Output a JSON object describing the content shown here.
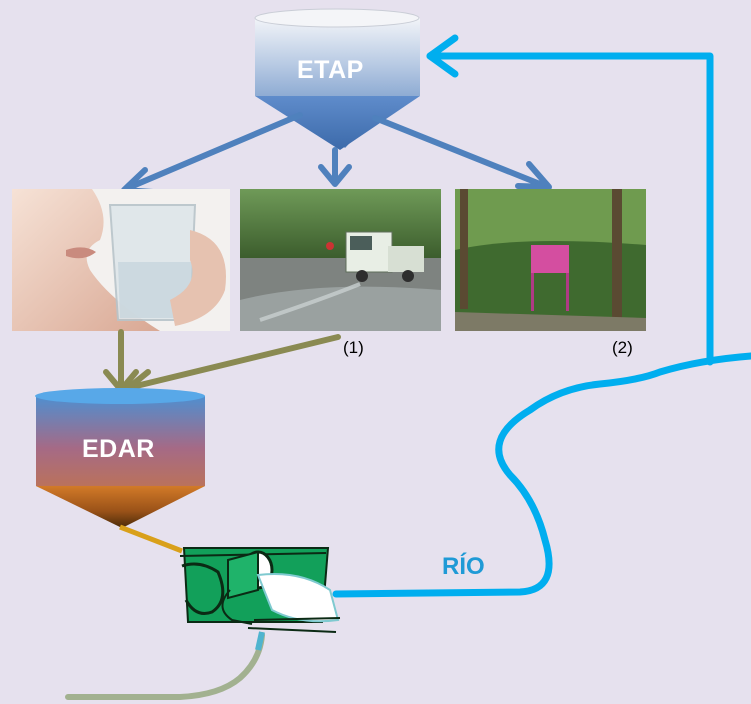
{
  "nodes": {
    "etap": "ETAP",
    "edar": "EDAR",
    "river": "RÍO"
  },
  "captions": {
    "street_cleaning": "(1)",
    "park": "(2)"
  },
  "colors": {
    "background": "#e6e1ee",
    "supply_arrow": "#4f81bd",
    "return_arrow": "#8a8a52",
    "river": "#00aeef",
    "outfall": "#d9a01a"
  },
  "icons": {
    "etap": "water-treatment-tank",
    "edar": "wastewater-treatment-tank",
    "photo_1": "drinking-water-photo",
    "photo_2": "street-cleaning-photo",
    "photo_3": "park-irrigation-photo",
    "outfall": "discharge-pipe-icon"
  }
}
